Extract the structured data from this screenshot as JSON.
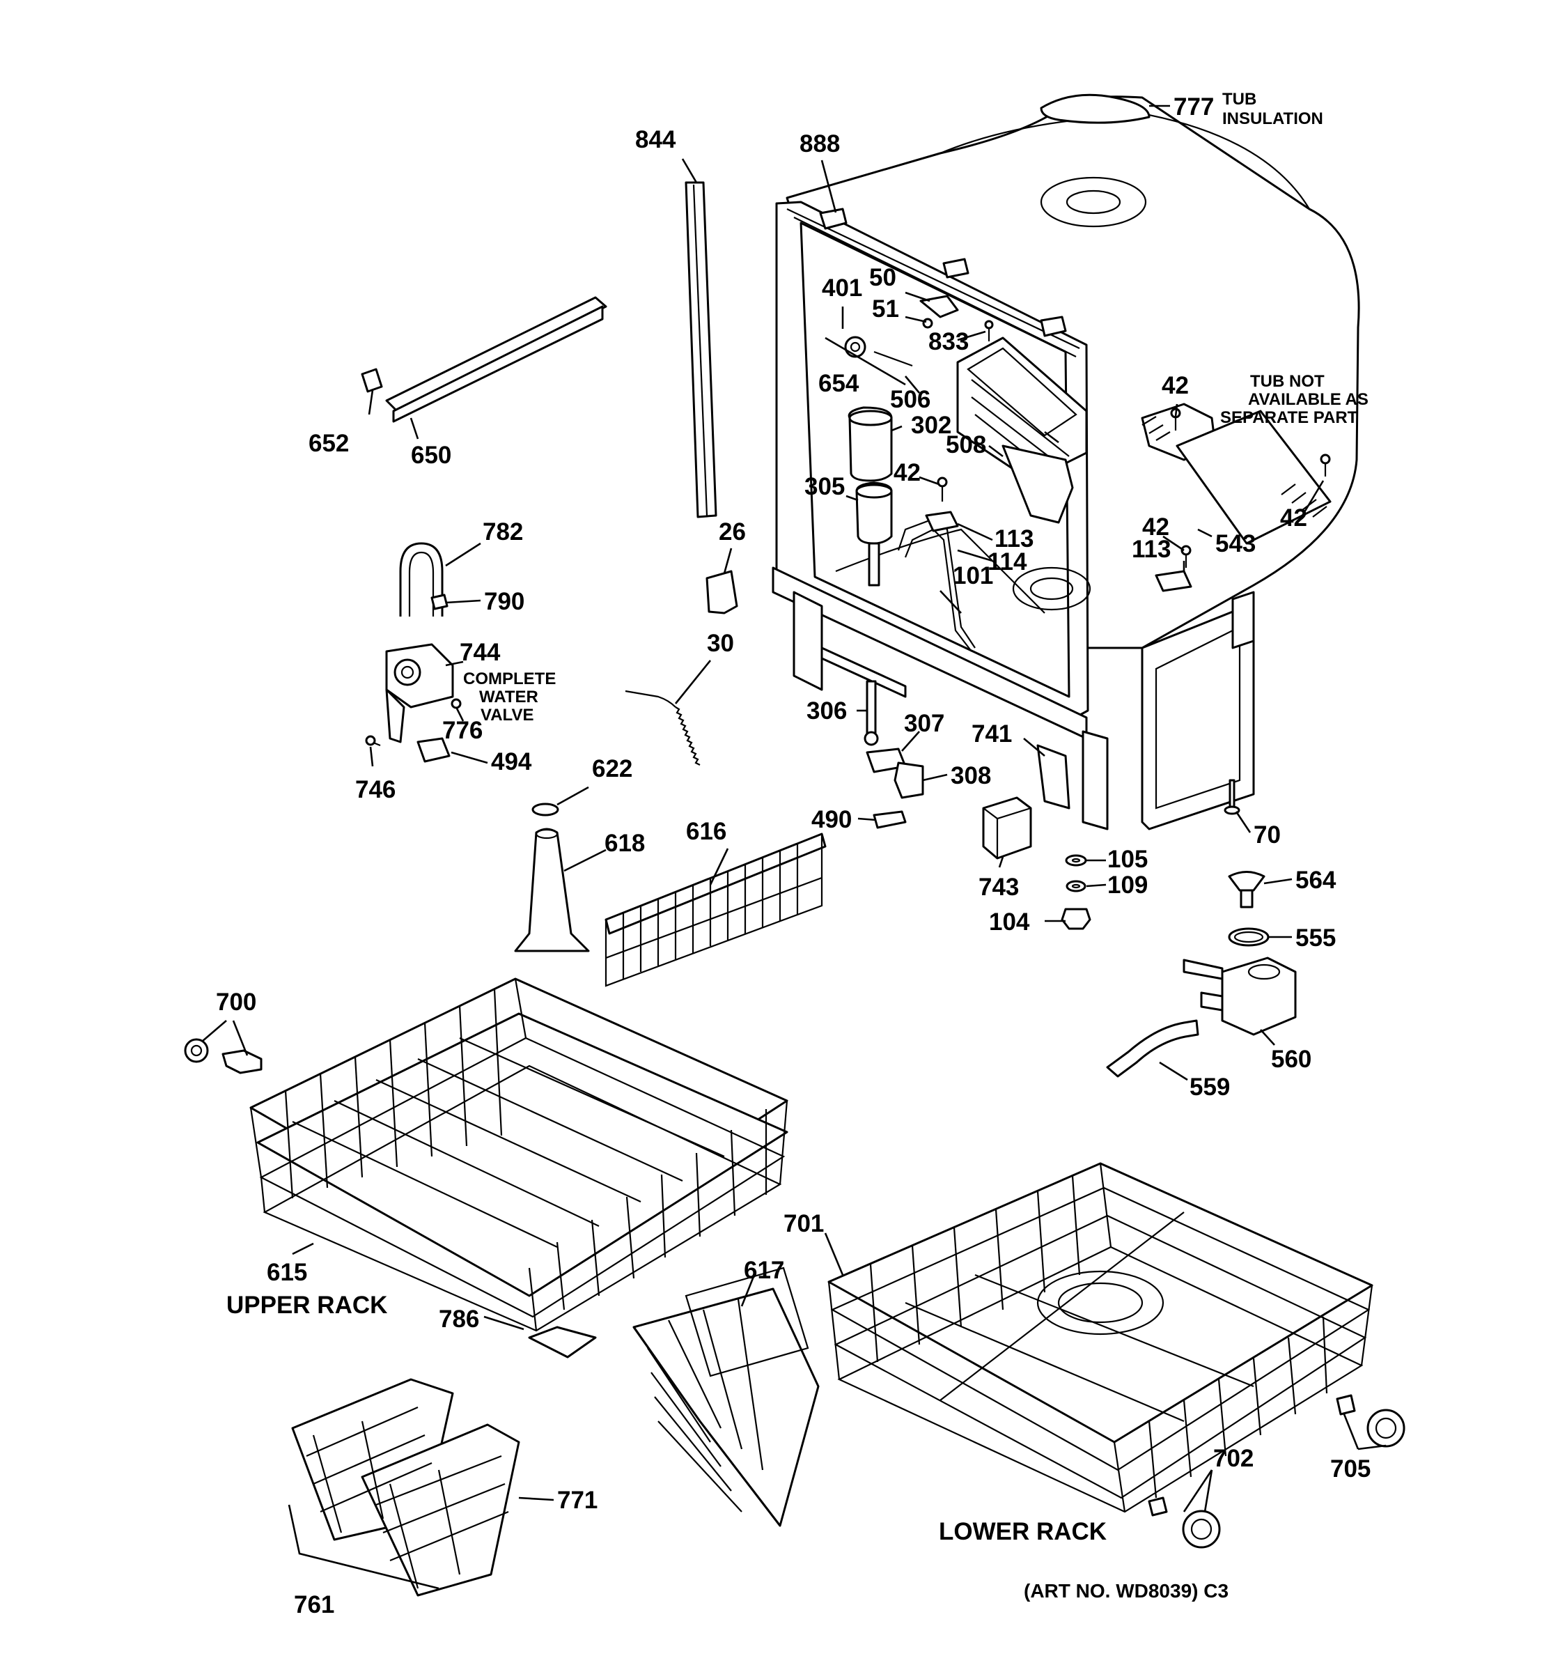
{
  "diagram": {
    "callouts": {
      "n777": "777",
      "tub_insulation_1": "TUB",
      "tub_insulation_2": "INSULATION",
      "n844": "844",
      "n888": "888",
      "n401": "401",
      "n50": "50",
      "n51": "51",
      "n833": "833",
      "n654": "654",
      "n506": "506",
      "n302": "302",
      "n508": "508",
      "n42a": "42",
      "n42b": "42",
      "n42c": "42",
      "n42d": "42",
      "n305": "305",
      "n113a": "113",
      "n113b": "113",
      "n114": "114",
      "n101": "101",
      "n543": "543",
      "tub_not_1": "TUB NOT",
      "tub_not_2": "AVAILABLE AS",
      "tub_not_3": "SEPARATE PART",
      "n652": "652",
      "n650": "650",
      "n782": "782",
      "n790": "790",
      "n26": "26",
      "n30": "30",
      "n744": "744",
      "cwv_1": "COMPLETE",
      "cwv_2": "WATER",
      "cwv_3": "VALVE",
      "n776": "776",
      "n746": "746",
      "n494": "494",
      "n306": "306",
      "n307": "307",
      "n308": "308",
      "n490": "490",
      "n741": "741",
      "n743": "743",
      "n70": "70",
      "n105": "105",
      "n109": "109",
      "n104": "104",
      "n564": "564",
      "n555": "555",
      "n560": "560",
      "n559": "559",
      "n622": "622",
      "n618": "618",
      "n616": "616",
      "n700": "700",
      "n615": "615",
      "upper_rack": "UPPER RACK",
      "n786": "786",
      "n617": "617",
      "n701": "701",
      "n771": "771",
      "n761": "761",
      "n702": "702",
      "n705": "705",
      "lower_rack": "LOWER RACK",
      "art_no": "(ART NO. WD8039) C3"
    }
  }
}
